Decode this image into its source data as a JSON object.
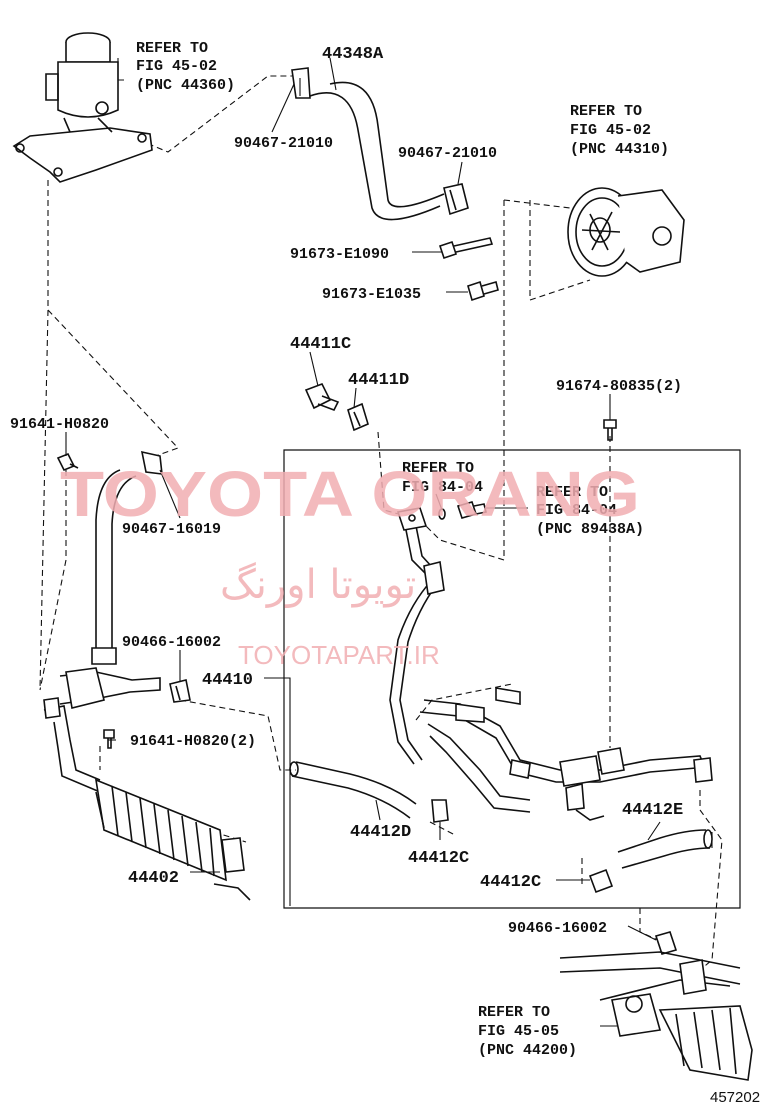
{
  "watermark": {
    "brand": "TOYOTA ORANG",
    "persian": "تویوتا اورنگ",
    "url": "TOYOTAPART.IR"
  },
  "diagram_number": "457202",
  "labels": {
    "ref_reservoir": [
      "REFER TO",
      "FIG 45-02",
      "(PNC 44360)"
    ],
    "ref_pump": [
      "REFER TO",
      "FIG 45-02",
      "(PNC 44310)"
    ],
    "ref_fig84_a": [
      "REFER TO",
      "FIG 84-04"
    ],
    "ref_fig84_b": [
      "REFER TO",
      "FIG 84-04",
      "(PNC 89438A)"
    ],
    "ref_gear": [
      "REFER TO",
      "FIG 45-05",
      "(PNC 44200)"
    ],
    "p44348A": "44348A",
    "p90467_21010_a": "90467-21010",
    "p90467_21010_b": "90467-21010",
    "p91673_E1090": "91673-E1090",
    "p91673_E1035": "91673-E1035",
    "p44411C": "44411C",
    "p44411D": "44411D",
    "p91674_80835": "91674-80835(2)",
    "p91641_H0820": "91641-H0820",
    "p90467_16019": "90467-16019",
    "p90466_16002_a": "90466-16002",
    "p44410": "44410",
    "p91641_H0820_2": "91641-H0820(2)",
    "p44412D": "44412D",
    "p44412C_a": "44412C",
    "p44412C_b": "44412C",
    "p44412E": "44412E",
    "p90466_16002_b": "90466-16002",
    "p44402": "44402"
  }
}
